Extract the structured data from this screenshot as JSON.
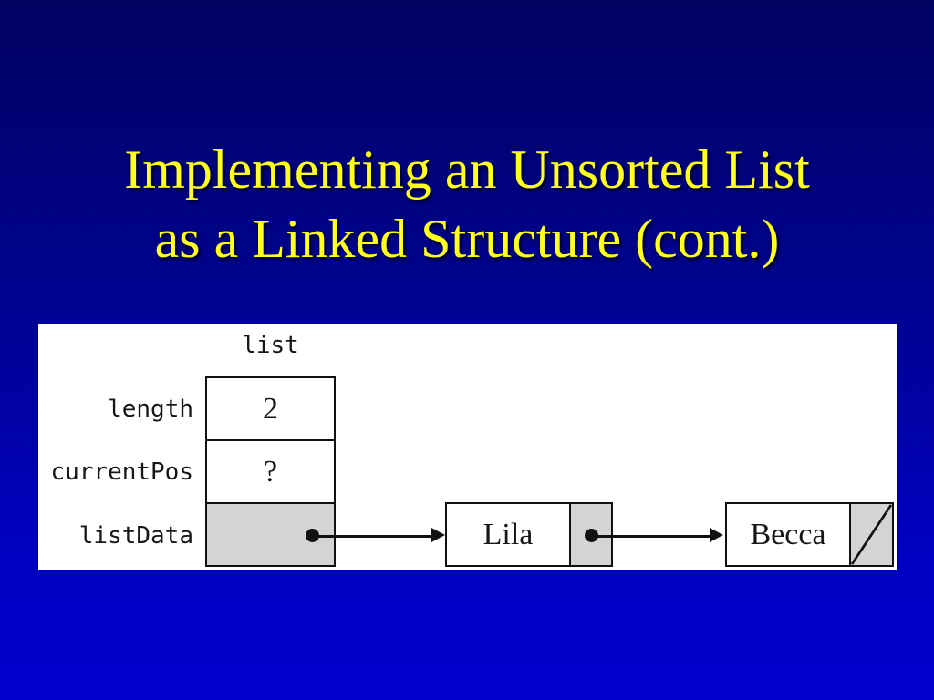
{
  "title": {
    "line1": "Implementing an Unsorted List",
    "line2": "as a Linked Structure (cont.)"
  },
  "diagram": {
    "record_title": "list",
    "fields": [
      {
        "label": "length",
        "value": "2"
      },
      {
        "label": "currentPos",
        "value": "?"
      },
      {
        "label": "listData",
        "value": ""
      }
    ],
    "nodes": [
      {
        "value": "Lila",
        "next": "pointer"
      },
      {
        "value": "Becca",
        "next": "null"
      }
    ]
  },
  "colors": {
    "bg-top": "#000261",
    "bg-mid": "#000392",
    "bg-bottom": "#0000ce",
    "title-yellow": "#ffff1e",
    "panel-bg": "#ffffff",
    "pointer-gray": "#d4d4d4",
    "line-black": "#111111"
  }
}
